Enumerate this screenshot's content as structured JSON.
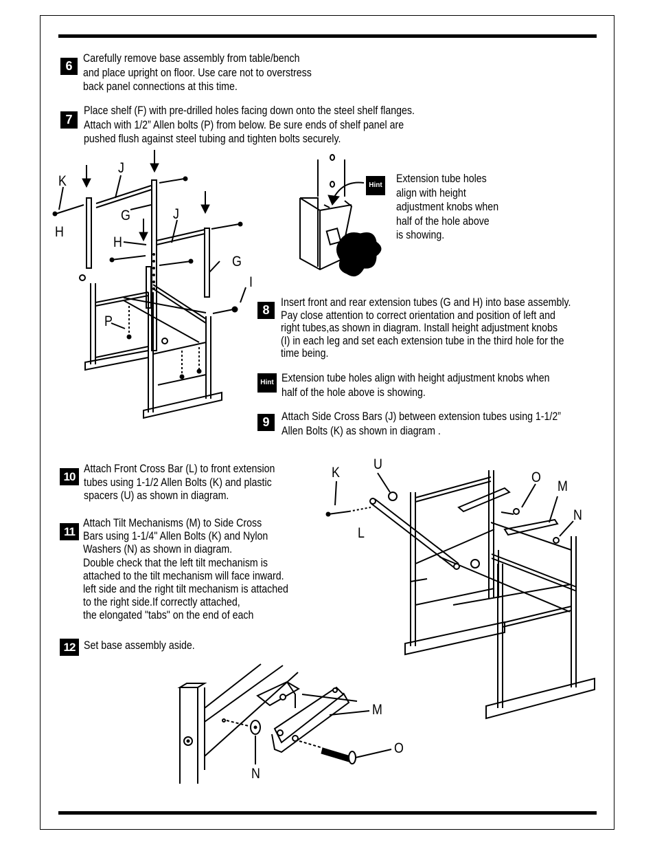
{
  "steps": {
    "s6": {
      "num": "6",
      "lines": [
        "Carefully remove base assembly from table/bench",
        "and place upright on floor. Use care not to overstress",
        "back panel connections at this time."
      ]
    },
    "s7": {
      "num": "7",
      "lines": [
        "Place shelf (F) with pre-drilled holes facing down onto the steel shelf flanges.",
        "Attach with 1/2” Allen bolts (P) from below.  Be sure ends of shelf panel are",
        "pushed flush against steel tubing and tighten bolts securely."
      ]
    },
    "s8": {
      "num": "8",
      "lines": [
        "Insert front and rear extension tubes (G and H) into base assembly.",
        "Pay close attention to correct orientation and position of left  and",
        "right tubes,as shown in diagram.  Install height adjustment knobs",
        "(I) in each leg and set each extension tube in the third hole for the",
        "time being."
      ]
    },
    "s9": {
      "num": "9",
      "lines": [
        "Attach Side Cross Bars (J) between extension tubes using 1-1/2”",
        "Allen Bolts (K) as shown in diagram ."
      ]
    },
    "s10": {
      "num": "10",
      "lines": [
        "Attach Front Cross Bar (L) to front extension",
        "tubes using 1-1/2 Allen Bolts (K) and plastic",
        "spacers (U) as shown in diagram."
      ]
    },
    "s11": {
      "num": "11",
      "lines": [
        "Attach Tilt Mechanisms (M) to Side Cross",
        "Bars using 1-1/4\" Allen Bolts (K) and Nylon",
        "Washers (N) as shown in diagram.",
        "Double check that the left tilt mechanism is",
        "attached to the tilt mechanism will face inward.",
        "left side and the right tilt mechanism is attached",
        "to the right side.If correctly attached,",
        "the elongated \"tabs\" on the end of  each"
      ]
    },
    "s12": {
      "num": "12",
      "lines": [
        "Set base assembly aside."
      ]
    }
  },
  "hints": {
    "badge": "Hint",
    "h1": [
      "Extension tube holes",
      "align with height",
      "adjustment knobs when",
      "half of the hole above",
      "is showing."
    ],
    "h2": [
      "Extension tube holes align with height adjustment knobs when",
      "half of the hole above is showing."
    ]
  },
  "diagram1_labels": {
    "K": "K",
    "J1": "J",
    "G1": "G",
    "J2": "J",
    "H1": "H",
    "H2": "H",
    "G2": "G",
    "I": "I",
    "P": "P"
  },
  "diagram2_labels": {
    "K": "K",
    "U": "U",
    "O": "O",
    "M": "M",
    "N": "N",
    "L": "L"
  },
  "diagram3_labels": {
    "M": "M",
    "O": "O",
    "N": "N"
  }
}
